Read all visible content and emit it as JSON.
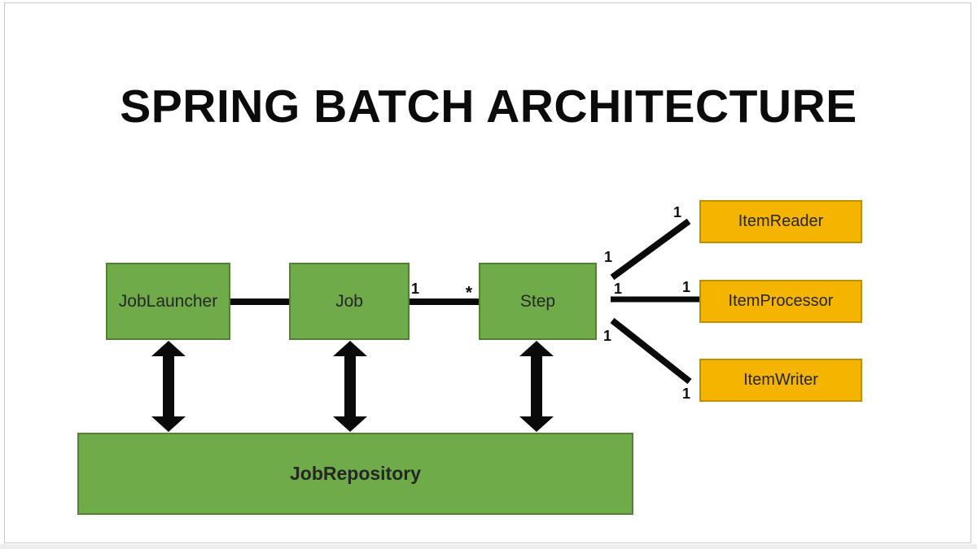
{
  "slide": {
    "title": "SPRING BATCH ARCHITECTURE"
  },
  "nodes": {
    "job_launcher": {
      "label": "JobLauncher"
    },
    "job": {
      "label": "Job"
    },
    "step": {
      "label": "Step"
    },
    "job_repository": {
      "label": "JobRepository"
    },
    "item_reader": {
      "label": "ItemReader"
    },
    "item_processor": {
      "label": "ItemProcessor"
    },
    "item_writer": {
      "label": "ItemWriter"
    }
  },
  "connectors": {
    "job_to_step": {
      "from_label": "1",
      "to_label": "*"
    },
    "step_to_item_reader": {
      "from_label": "1",
      "to_label": "1"
    },
    "step_to_item_processor": {
      "from_label": "1",
      "to_label": "1"
    },
    "step_to_item_writer": {
      "from_label": "1",
      "to_label": "1"
    }
  },
  "colors": {
    "node_green": "#6FAC49",
    "node_green_border": "#567F35",
    "node_orange": "#F5B400",
    "node_orange_border": "#BF8F00",
    "connector_black": "#0A0A0A",
    "slide_border": "#C9C9C9",
    "canvas_gray": "#EDEDED"
  }
}
